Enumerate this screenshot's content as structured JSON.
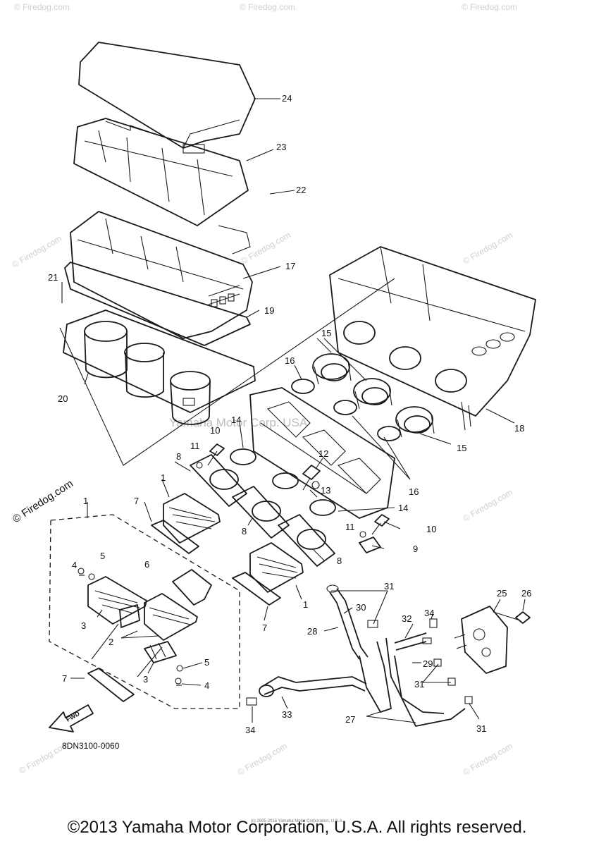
{
  "watermark": {
    "site": "© Firedog.com",
    "owner": "Yamaha Motor Corp. USA"
  },
  "drawing_number": "8DN3100-0060",
  "fwd_label": "FWD",
  "callouts": [
    "1",
    "2",
    "3",
    "4",
    "5",
    "6",
    "7",
    "8",
    "9",
    "10",
    "11",
    "12",
    "13",
    "14",
    "15",
    "16",
    "17",
    "18",
    "19",
    "20",
    "21",
    "22",
    "23",
    "24",
    "25",
    "26",
    "27",
    "28",
    "29",
    "30",
    "31",
    "32",
    "33",
    "34"
  ],
  "footer": {
    "copyright": "©2013 Yamaha Motor Corporation, U.S.A. All rights reserved.",
    "fine_print": "(c) 2005-2015 Yamaha Motor Corporation, U.S.A."
  }
}
